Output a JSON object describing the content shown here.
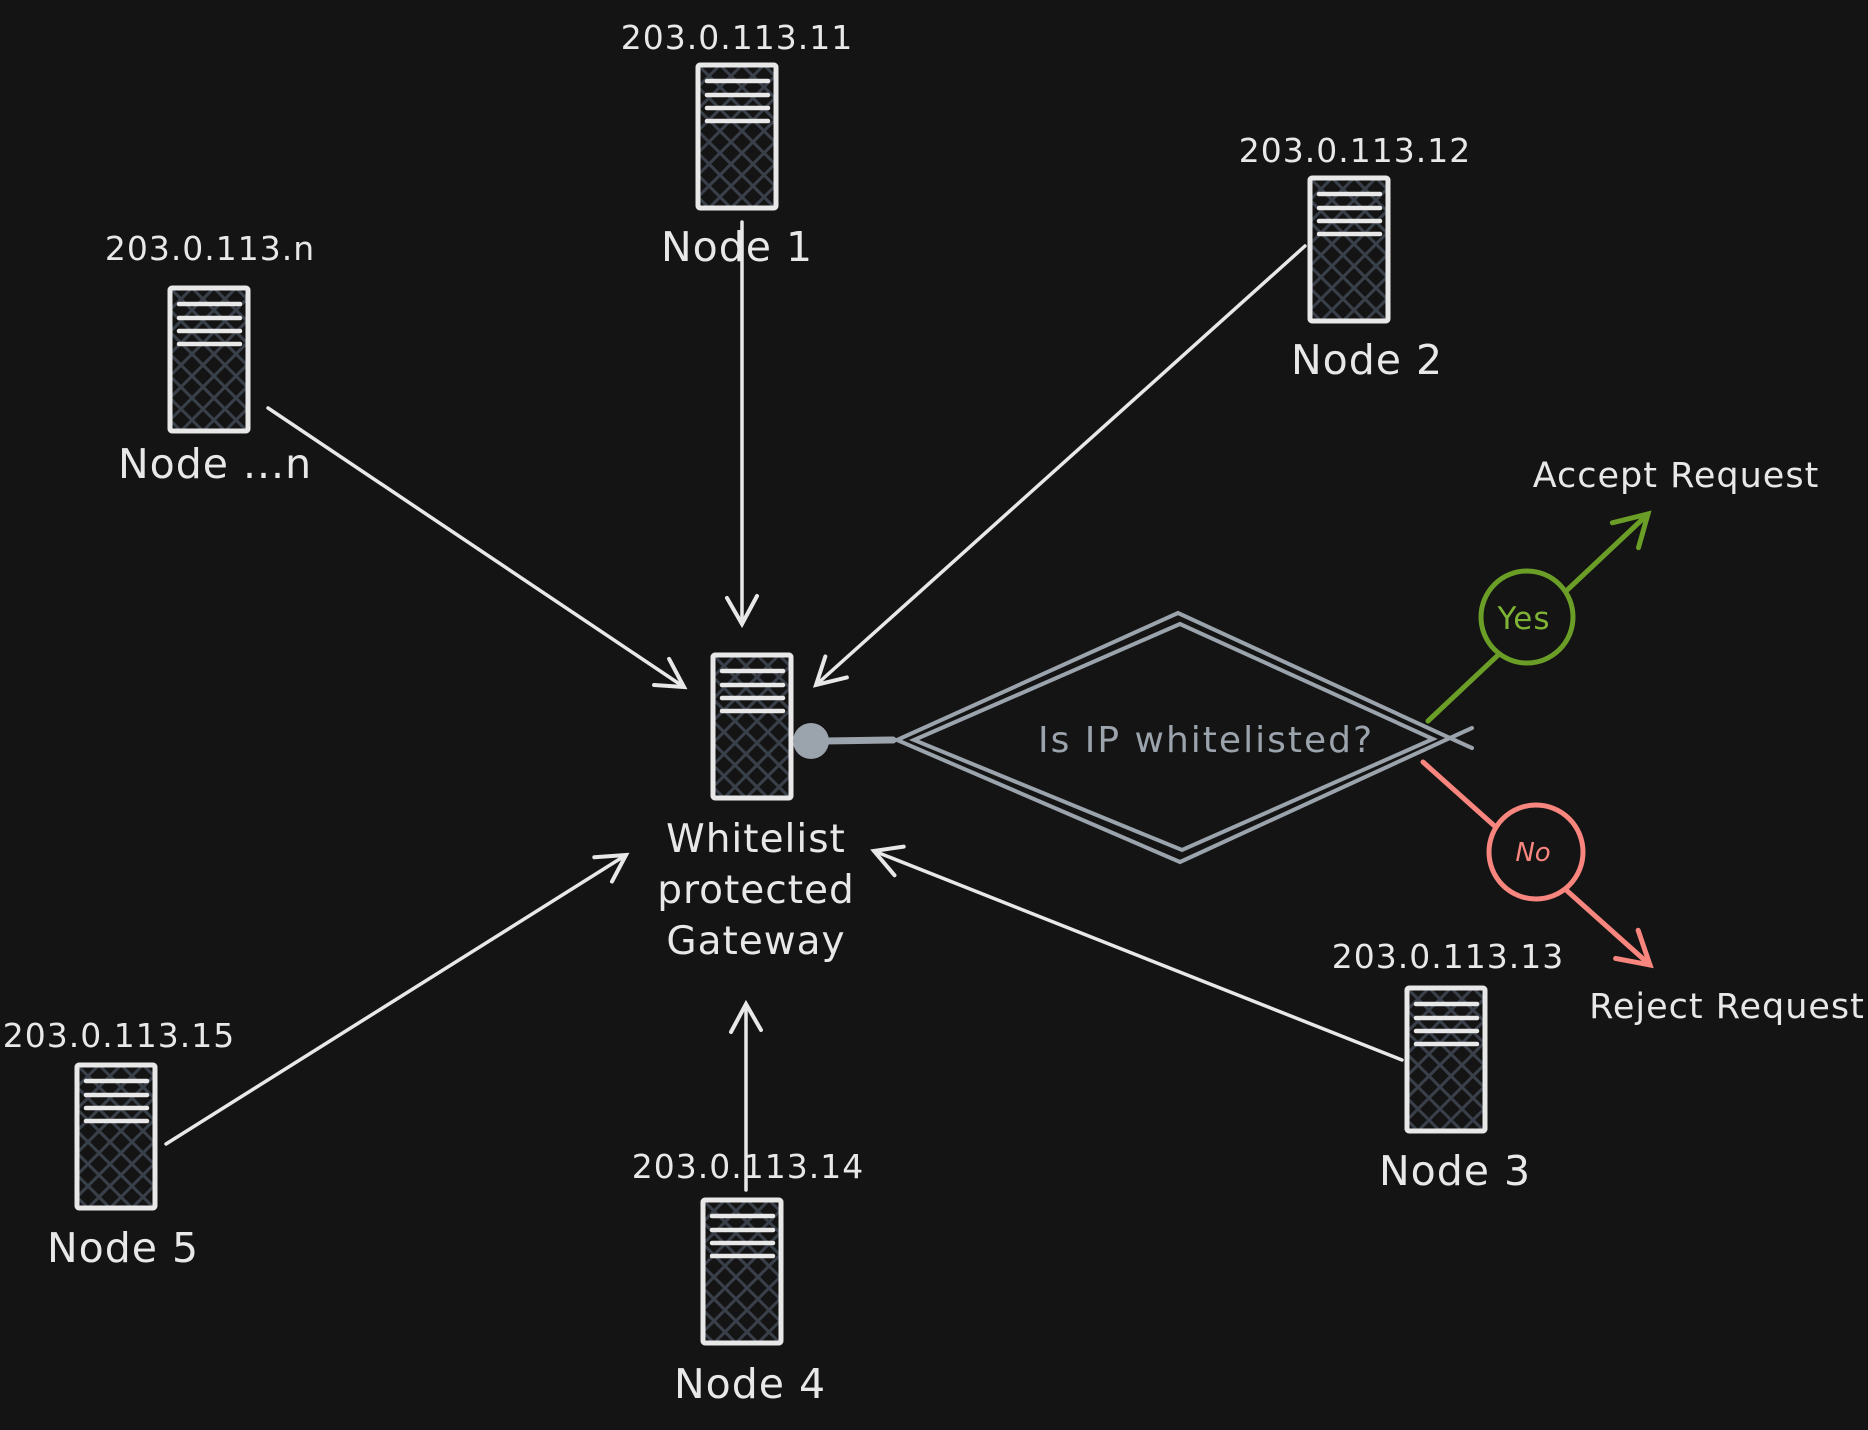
{
  "colors": {
    "bg": "#141414",
    "ink": "#e8e8e8",
    "gray": "#9ba3ac",
    "hatch": "#3a4049",
    "green": "#6a9e26",
    "green-text": "#7fb335",
    "pink": "#f8867f"
  },
  "nodes": [
    {
      "ip": "203.0.113.11",
      "label": "Node 1"
    },
    {
      "ip": "203.0.113.12",
      "label": "Node 2"
    },
    {
      "ip": "203.0.113.13",
      "label": "Node 3"
    },
    {
      "ip": "203.0.113.14",
      "label": "Node 4"
    },
    {
      "ip": "203.0.113.15",
      "label": "Node 5"
    },
    {
      "ip": "203.0.113.n",
      "label": "Node ...n"
    }
  ],
  "gateway": {
    "line1": "Whitelist",
    "line2": "protected",
    "line3": "Gateway"
  },
  "decision": {
    "question": "Is IP whitelisted?",
    "yes": "Yes",
    "no": "No",
    "accept": "Accept Request",
    "reject": "Reject Request"
  }
}
